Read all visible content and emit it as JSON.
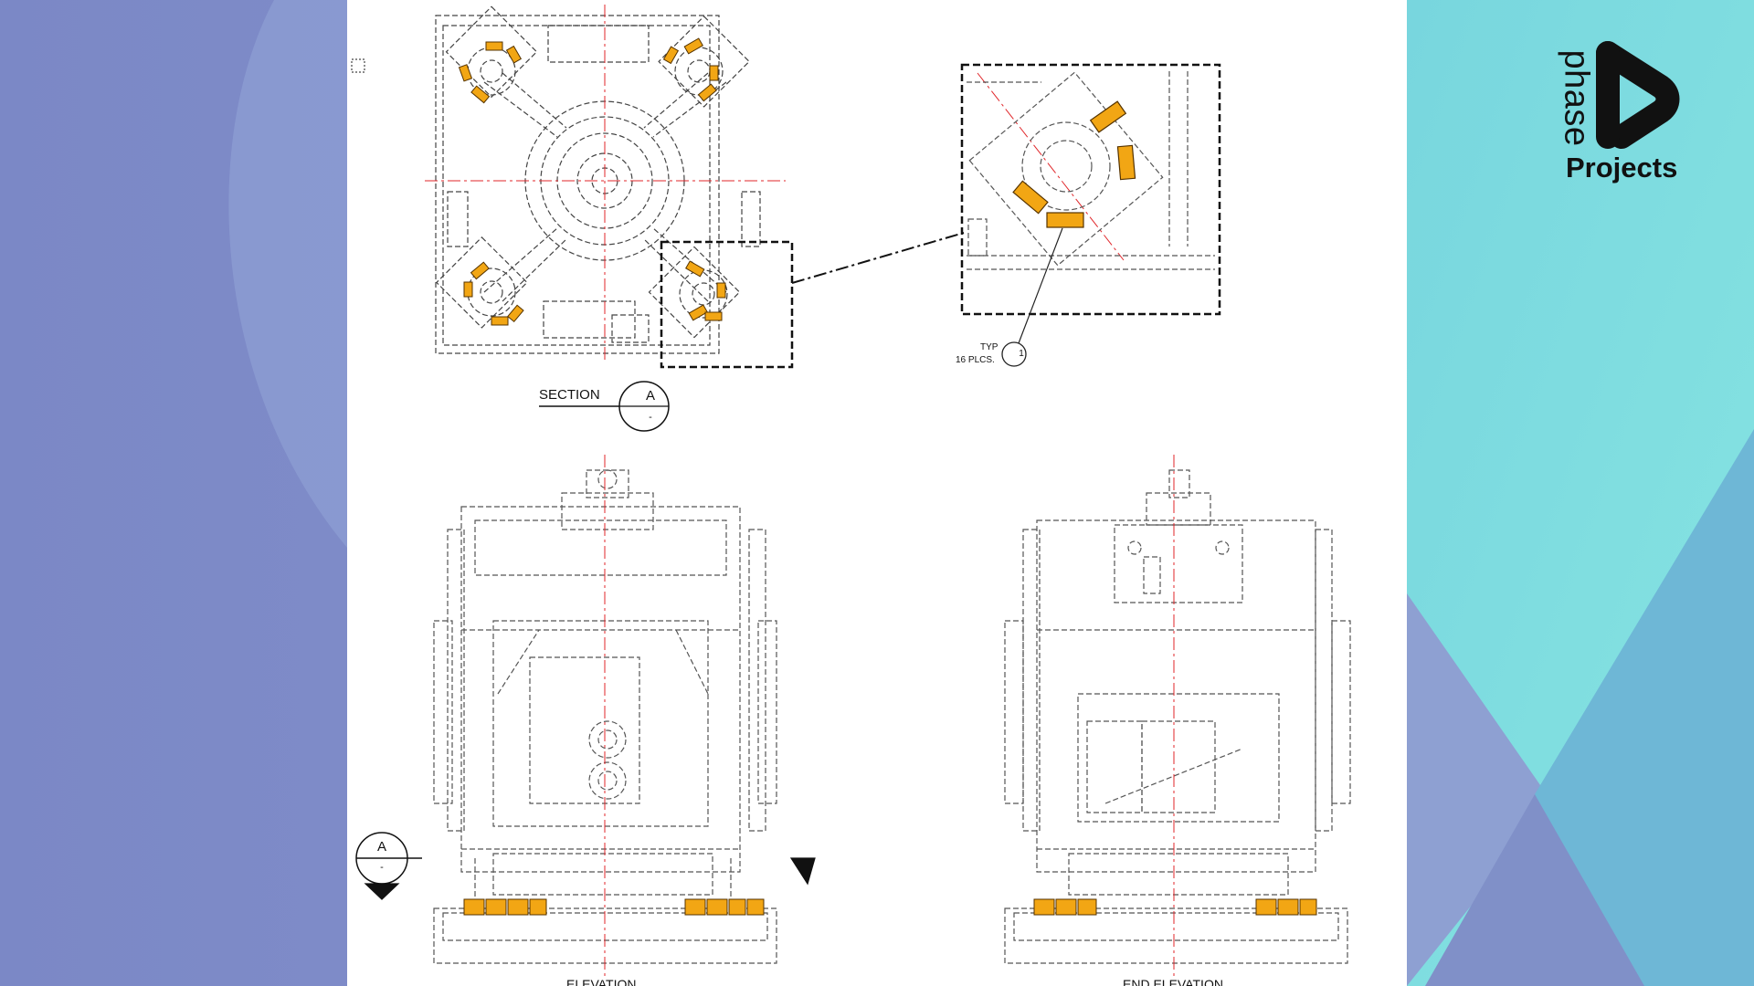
{
  "brand": {
    "word_top": "phase",
    "word_bottom": "Projects"
  },
  "drawing": {
    "section_label": "SECTION",
    "section_bubble_letter": "A",
    "section_bubble_sub": "-",
    "cut_bubble_letter": "A",
    "cut_bubble_sub": "-",
    "typ_line1": "TYP",
    "typ_line2": "16 PLCS.",
    "item_number": "1",
    "elevation_label": "ELEVATION",
    "end_elevation_label": "END ELEVATION"
  },
  "colors": {
    "background_left": "#7f8fca",
    "background_right": "#7fe0e0",
    "highlight_pads": "#f2a614",
    "centerline": "#e0262a",
    "linework": "#333333"
  }
}
